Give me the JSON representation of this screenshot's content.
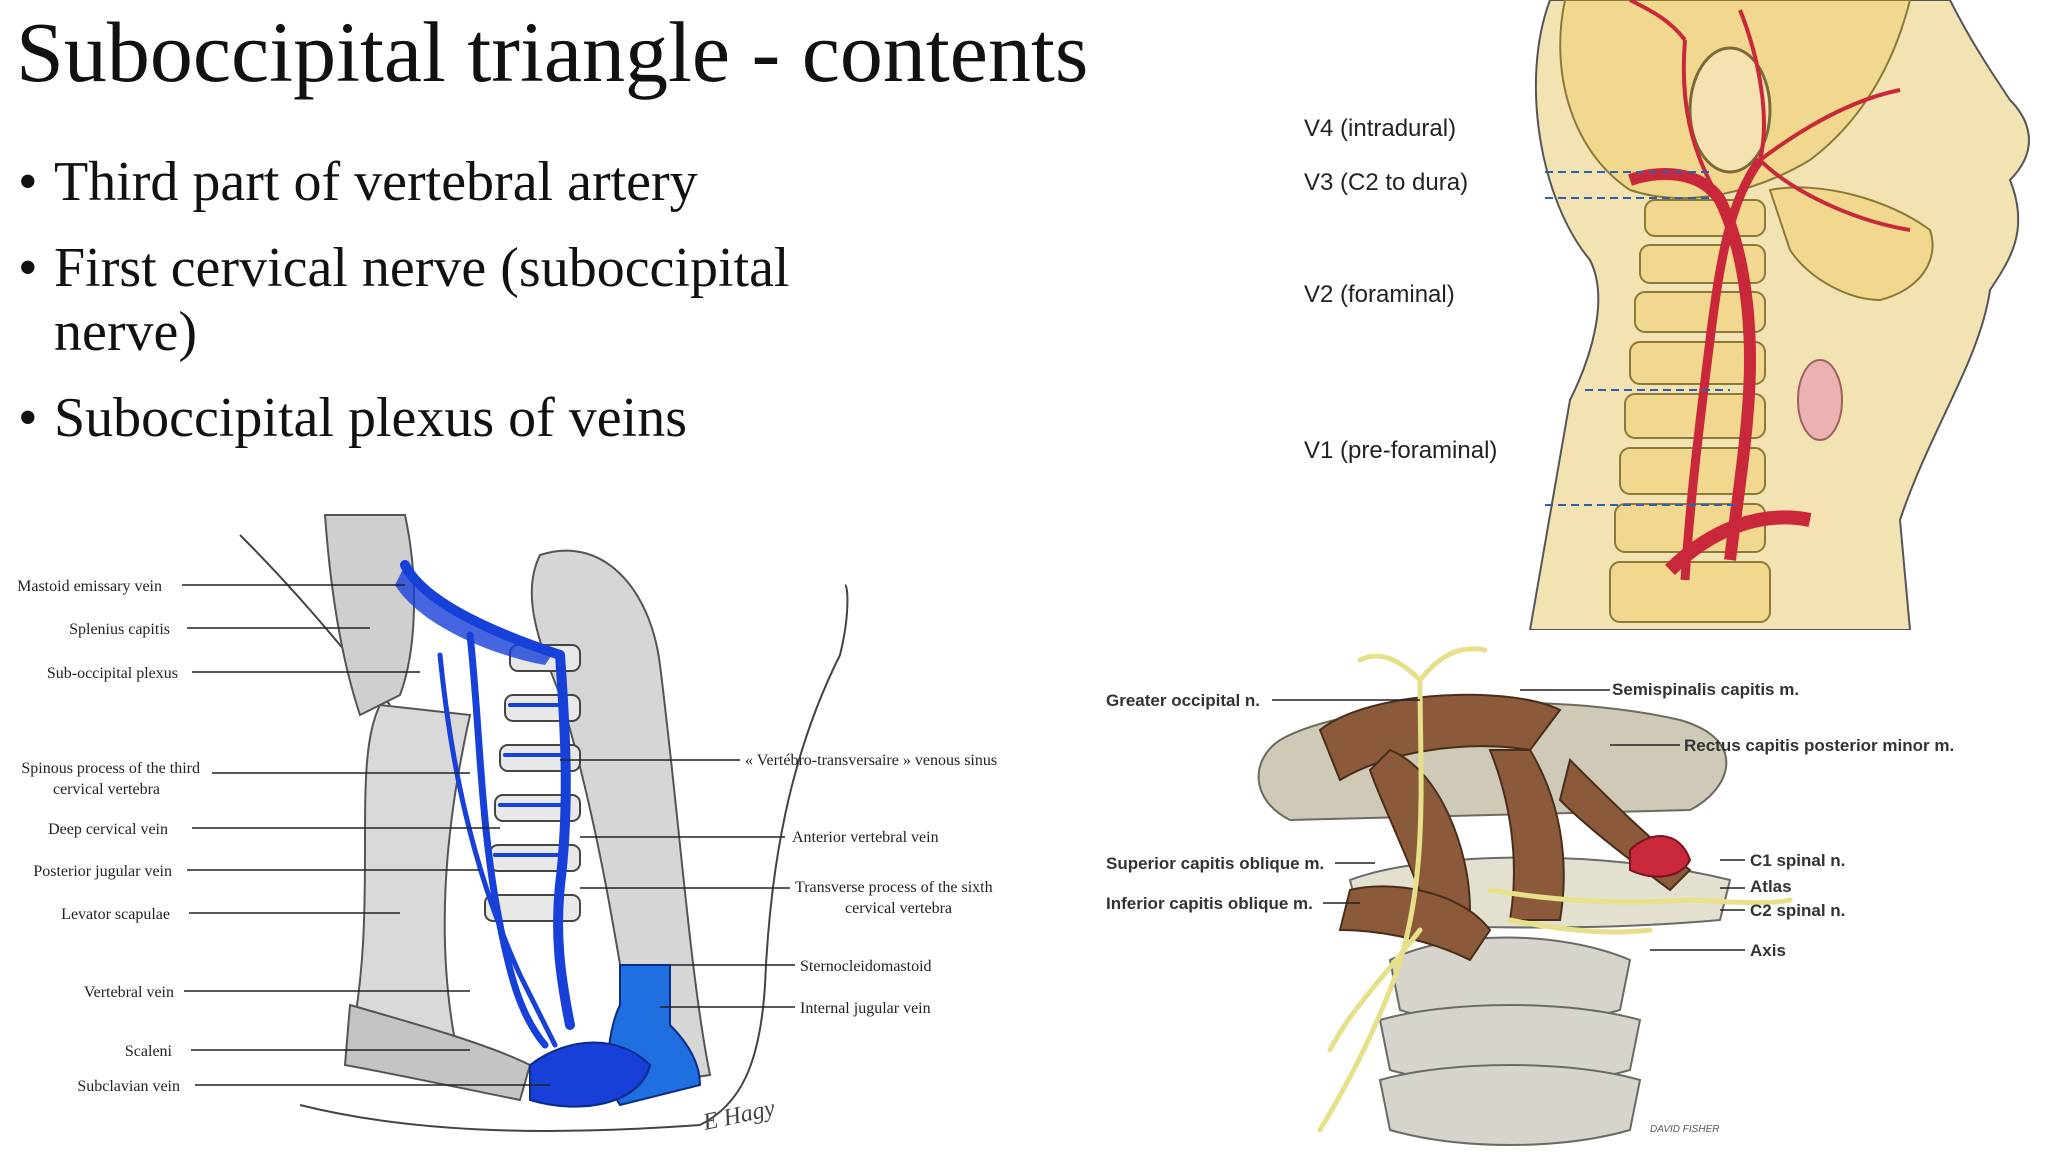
{
  "slide": {
    "title": "Suboccipital triangle - contents",
    "bullets": [
      {
        "line1": "Third part of vertebral artery",
        "line2": ""
      },
      {
        "line1": "First cervical nerve (suboccipital",
        "line2": "nerve)"
      },
      {
        "line1": "Suboccipital plexus of veins",
        "line2": ""
      }
    ]
  },
  "vertebral_artery_figure": {
    "segments": [
      "V4 (intradural)",
      "V3 (C2 to dura)",
      "V2 (foraminal)",
      "V1 (pre-foraminal)"
    ]
  },
  "venous_figure": {
    "left_labels": [
      "Mastoid emissary vein",
      "Splenius capitis",
      "Sub-occipital plexus",
      "Spinous process of the third",
      "cervical vertebra",
      "Deep cervical vein",
      "Posterior jugular vein",
      "Levator scapulae",
      "Vertebral vein",
      "Scaleni",
      "Subclavian vein"
    ],
    "right_labels": [
      "« Vertébro-transversaire » venous sinus",
      "Anterior vertebral vein",
      "Transverse process of the sixth",
      "cervical vertebra",
      "Sternocleidomastoid",
      "Internal jugular vein"
    ],
    "signature": "E Hagy"
  },
  "suboccipital_figure": {
    "labels": [
      "Greater occipital n.",
      "Semispinalis capitis m.",
      "Rectus capitis posterior minor m.",
      "Superior capitis oblique m.",
      "Inferior capitis oblique m.",
      "C1 spinal n.",
      "Atlas",
      "C2 spinal n.",
      "Axis"
    ],
    "signature": "DAVID FISHER"
  },
  "colors": {
    "bone": "#f2d88f",
    "artery": "#c8283a",
    "vein_blue": "#1740d8",
    "muscle_brown": "#8a5a3b",
    "nerve_yellow": "#e6e08a",
    "guide_dash": "#2f5fb0",
    "muscle_grey": "#9a9a9a"
  }
}
